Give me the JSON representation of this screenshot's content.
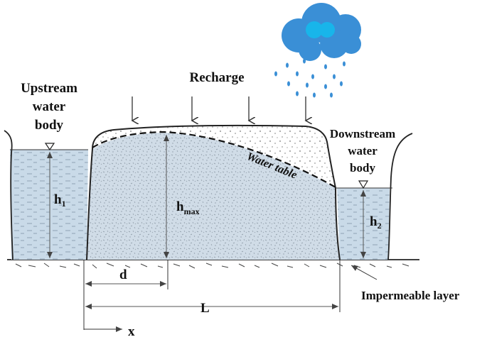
{
  "labels": {
    "upstream": [
      "Upstream",
      "water",
      "body"
    ],
    "downstream": [
      "Downstream",
      "water",
      "body"
    ],
    "recharge": "Recharge",
    "water_table": "Water table",
    "impermeable": "Impermeable layer",
    "h1": {
      "base": "h",
      "sub": "1"
    },
    "h2": {
      "base": "h",
      "sub": "2"
    },
    "hmax": {
      "base": "h",
      "sub": "max"
    },
    "d": "d",
    "L": "L",
    "x": "x"
  },
  "colors": {
    "water": "#c9dae8",
    "aquifer": "#d0dce7",
    "cloud_outer": "#3a8fd6",
    "cloud_inner": "#18b5ea",
    "rain": "#3a8fd6",
    "line": "#222222",
    "dim_line": "#555555"
  },
  "icons": [
    "cloud-icon",
    "rain-drops-icon",
    "water-level-triangle-icon",
    "recharge-arrow-icon"
  ]
}
